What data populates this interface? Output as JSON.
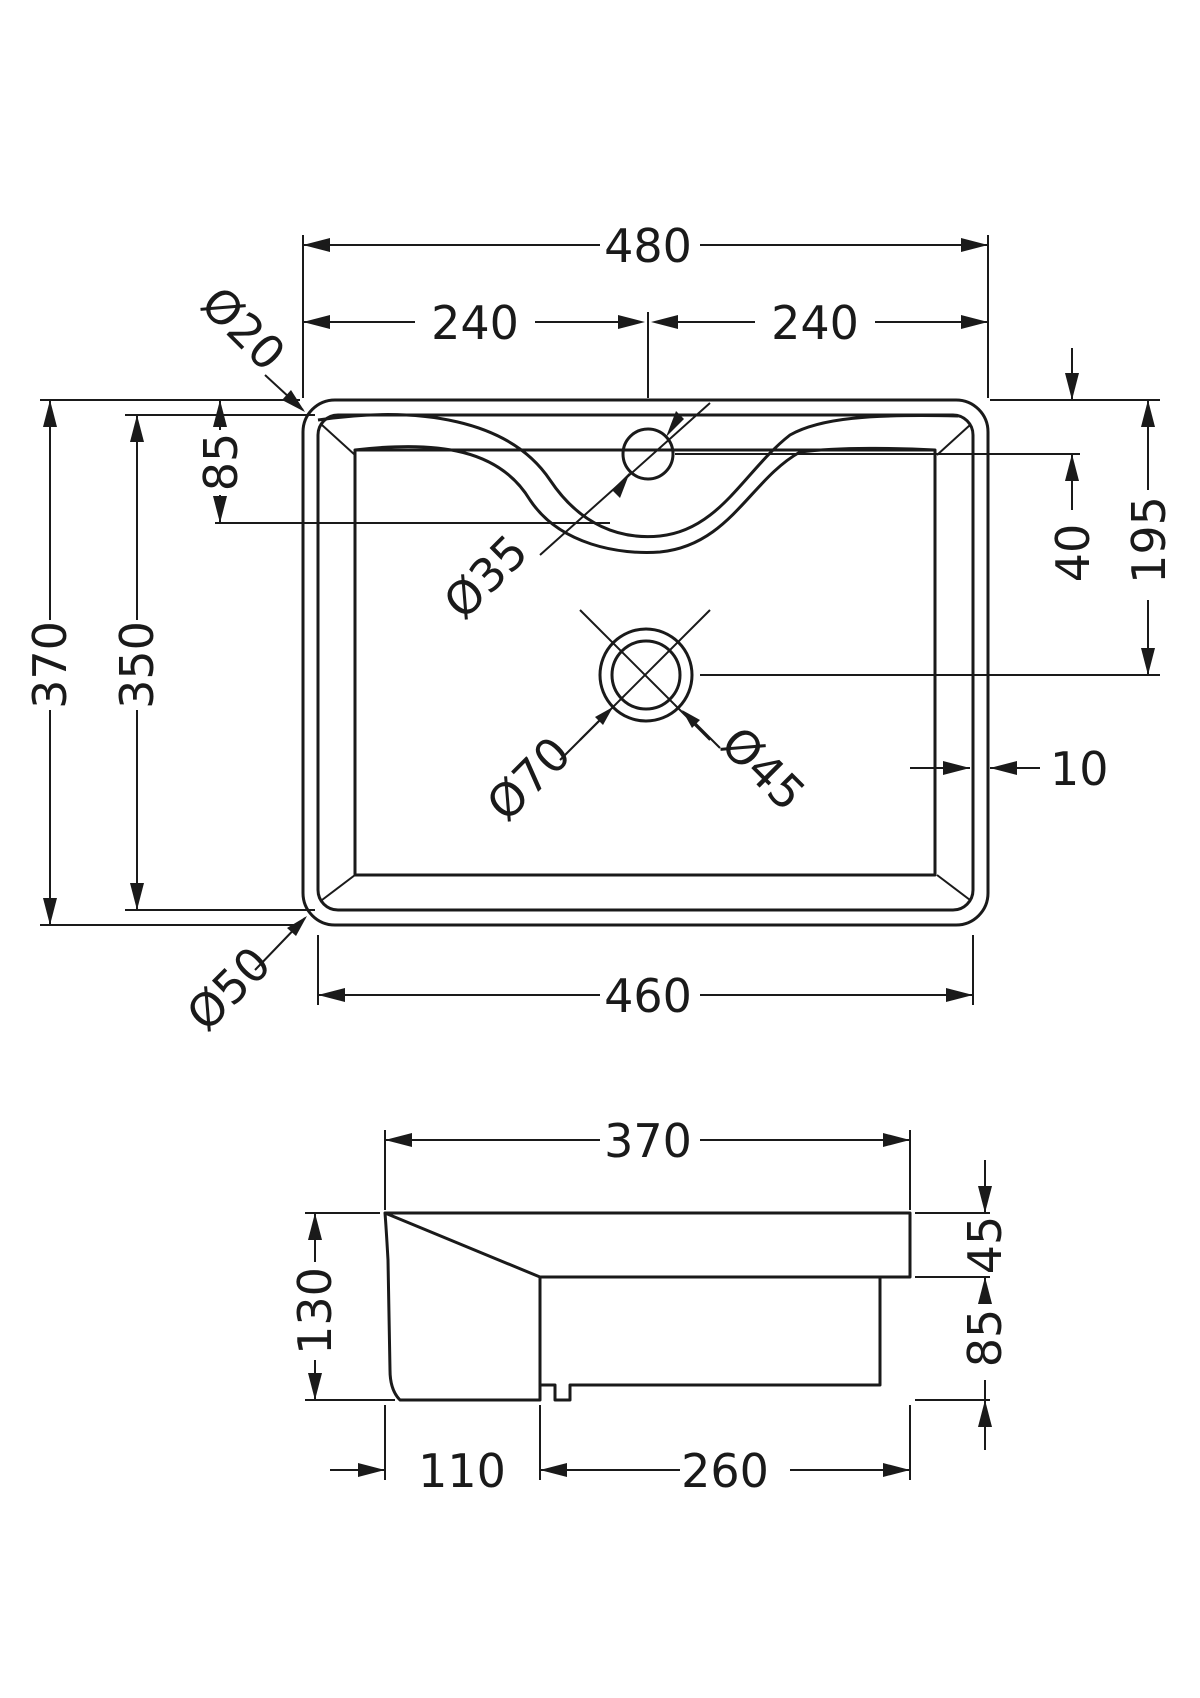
{
  "plan": {
    "overall_width": "480",
    "half_left": "240",
    "half_right": "240",
    "corner_radius_top": "Ø20",
    "overall_depth": "370",
    "inner_depth": "350",
    "ledge_depth": "85",
    "tap_hole": "Ø35",
    "tap_hole_offset": "40",
    "waste_offset": "195",
    "waste_outer": "Ø70",
    "waste_inner": "Ø45",
    "rim": "10",
    "corner_radius_bottom": "Ø50",
    "base_width": "460"
  },
  "side": {
    "top_width": "370",
    "height": "130",
    "rim_height": "45",
    "bowl_height": "85",
    "front_section": "110",
    "back_section": "260"
  }
}
